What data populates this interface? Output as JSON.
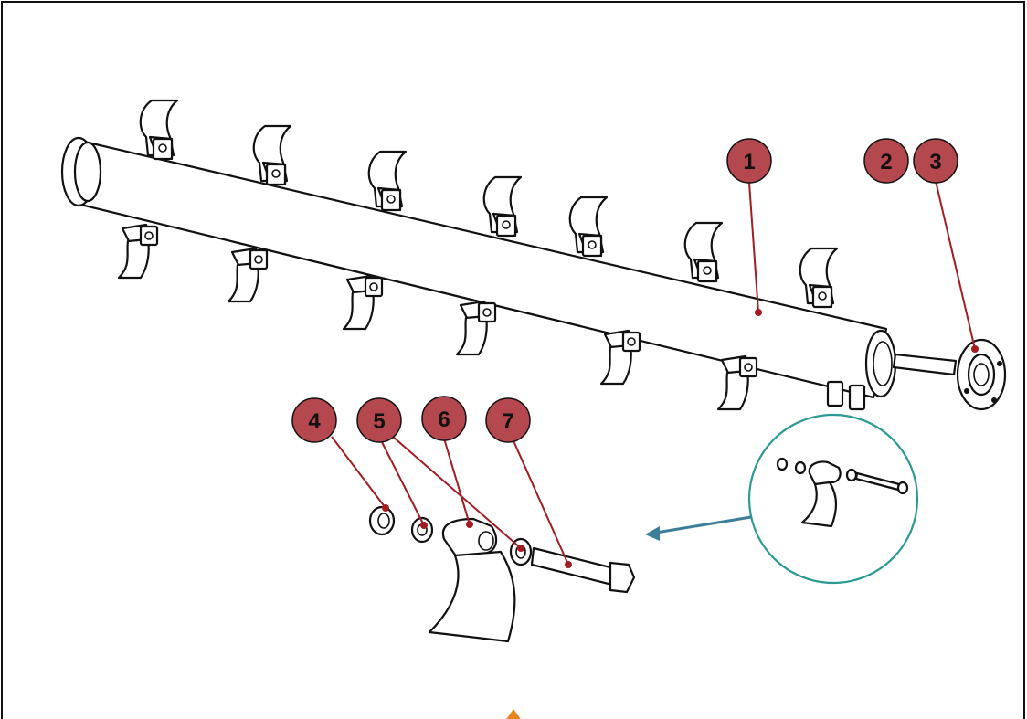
{
  "callouts": [
    {
      "id": "1",
      "label": "1"
    },
    {
      "id": "2",
      "label": "2"
    },
    {
      "id": "3",
      "label": "3"
    },
    {
      "id": "4",
      "label": "4"
    },
    {
      "id": "5",
      "label": "5"
    },
    {
      "id": "6",
      "label": "6"
    },
    {
      "id": "7",
      "label": "7"
    }
  ],
  "colors": {
    "callout_fill": "#b5484f",
    "leader_line": "#a31c22",
    "inset_ring": "#2b9a93",
    "arrow": "#3c7f99",
    "bottom_marker": "#e8841f"
  }
}
